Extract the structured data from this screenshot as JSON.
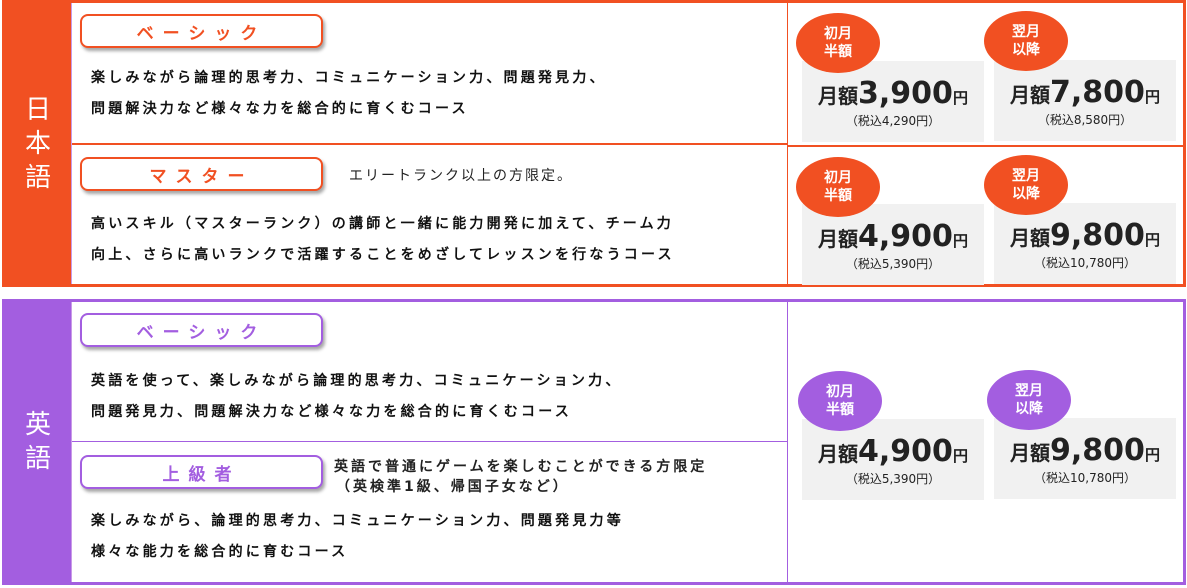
{
  "colors": {
    "japanese_accent": "#f15022",
    "english_accent": "#a35ee0",
    "price_box_bg": "#f1f1f1"
  },
  "japanese": {
    "label": [
      "日",
      "本",
      "語"
    ],
    "courses": [
      {
        "name": "ベーシック",
        "note": "",
        "description": [
          "楽しみながら論理的思考力、コミュニケーション力、問題発見力、",
          "問題解決力など様々な力を総合的に育くむコース"
        ],
        "prices": [
          {
            "badge": [
              "初月",
              "半額"
            ],
            "prefix": "月額",
            "amount": "3,900",
            "unit": "円",
            "tax": "（税込4,290円）"
          },
          {
            "badge": [
              "翌月",
              "以降"
            ],
            "prefix": "月額",
            "amount": "7,800",
            "unit": "円",
            "tax": "（税込8,580円）"
          }
        ]
      },
      {
        "name": "マスター",
        "note": "エリートランク以上の方限定。",
        "description": [
          "高いスキル（マスターランク）の講師と一緒に能力開発に加えて、チーム力",
          "向上、さらに高いランクで活躍することをめざしてレッスンを行なうコース"
        ],
        "prices": [
          {
            "badge": [
              "初月",
              "半額"
            ],
            "prefix": "月額",
            "amount": "4,900",
            "unit": "円",
            "tax": "（税込5,390円）"
          },
          {
            "badge": [
              "翌月",
              "以降"
            ],
            "prefix": "月額",
            "amount": "9,800",
            "unit": "円",
            "tax": "（税込10,780円）"
          }
        ]
      }
    ]
  },
  "english": {
    "label": [
      "英",
      "語"
    ],
    "courses": [
      {
        "name": "ベーシック",
        "description": [
          "英語を使って、楽しみながら論理的思考力、コミュニケーション力、",
          "問題発見力、問題解決力など様々な力を総合的に育くむコース"
        ]
      },
      {
        "name": "上級者",
        "note": [
          "英語で普通にゲームを楽しむことができる方限定",
          "（英検準1級、帰国子女など）"
        ],
        "description": [
          "楽しみながら、論理的思考力、コミュニケーション力、問題発見力等",
          "様々な能力を総合的に育むコース"
        ]
      }
    ],
    "prices": [
      {
        "badge": [
          "初月",
          "半額"
        ],
        "prefix": "月額",
        "amount": "4,900",
        "unit": "円",
        "tax": "（税込5,390円）"
      },
      {
        "badge": [
          "翌月",
          "以降"
        ],
        "prefix": "月額",
        "amount": "9,800",
        "unit": "円",
        "tax": "（税込10,780円）"
      }
    ]
  }
}
